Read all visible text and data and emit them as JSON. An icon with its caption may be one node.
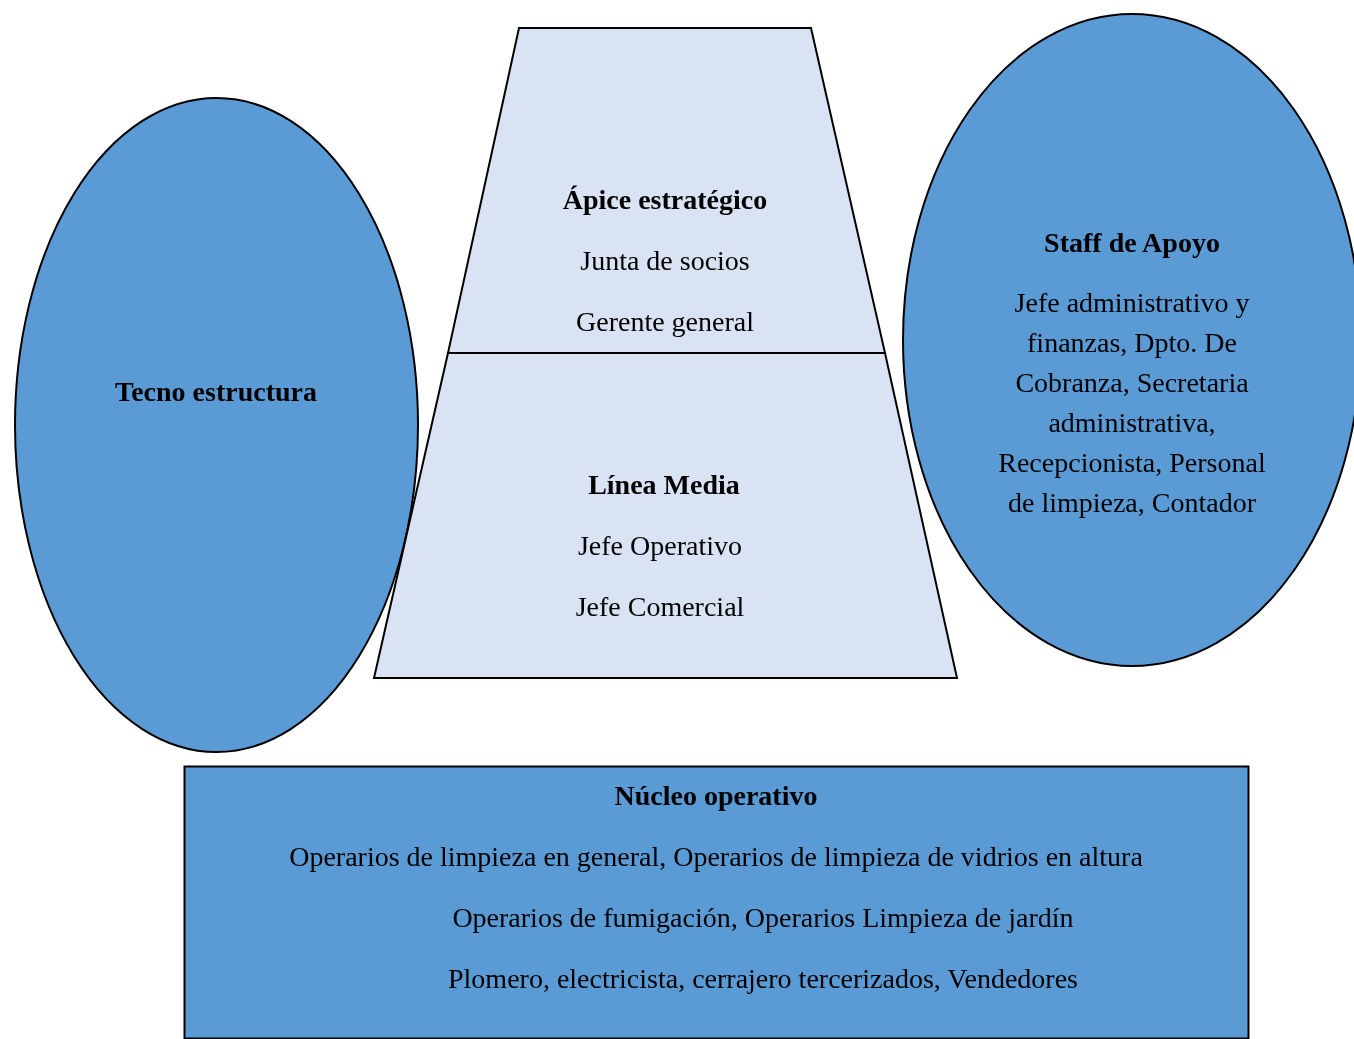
{
  "diagram": {
    "nodes": [
      {
        "text": [
          "Tecno estructura"
        ]
      },
      {
        "text": [
          "Ápice estratégico",
          "Junta de socios",
          "Gerente general"
        ]
      },
      {
        "text": [
          "Línea Media",
          "Jefe Operativo",
          "Jefe Comercial"
        ]
      },
      {
        "text": [
          "Staff de Apoyo",
          "Jefe administrativo y finanzas, Dpto. De Cobranza, Secretaria administrativa, Recepcionista, Personal de limpieza, Contador"
        ]
      },
      {
        "text": [
          "Núcleo operativo",
          "Operarios de limpieza en general, Operarios de limpieza de vidrios en altura",
          "Operarios de fumigación, Operarios Limpieza de jardín",
          "Plomero, electricista, cerrajero tercerizados, Vendedores"
        ]
      }
    ],
    "edges": []
  }
}
